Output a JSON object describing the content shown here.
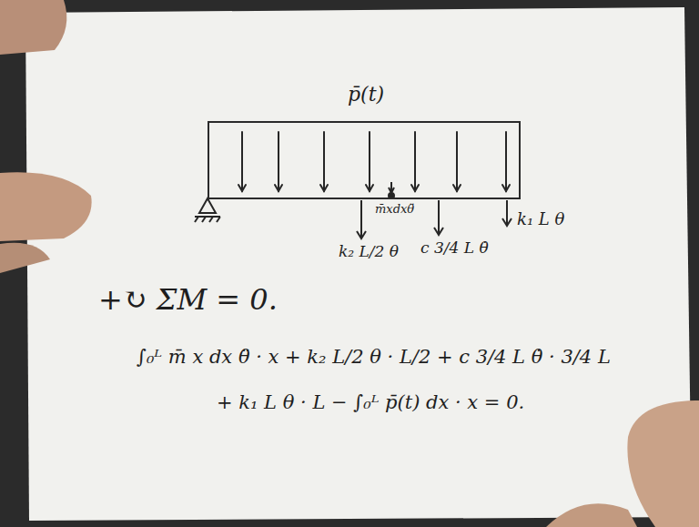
{
  "diagram": {
    "nodes": [
      {
        "text": [
          "p̄(t)"
        ]
      }
    ],
    "labels": [
      "m̄xdxθ̈",
      "k₂ L/2 θ",
      "c 3/4 L θ̇",
      "k₁ L θ",
      "+↻ ΣM = 0.",
      "∫₀ᴸ m̄ x dx θ̈ · x + k₂ L/2 θ · L/2 + c 3/4 L θ̇ · 3/4 L",
      "+ k₁ L θ · L − ∫₀ᴸ p̄(t) dx · x = 0."
    ]
  }
}
